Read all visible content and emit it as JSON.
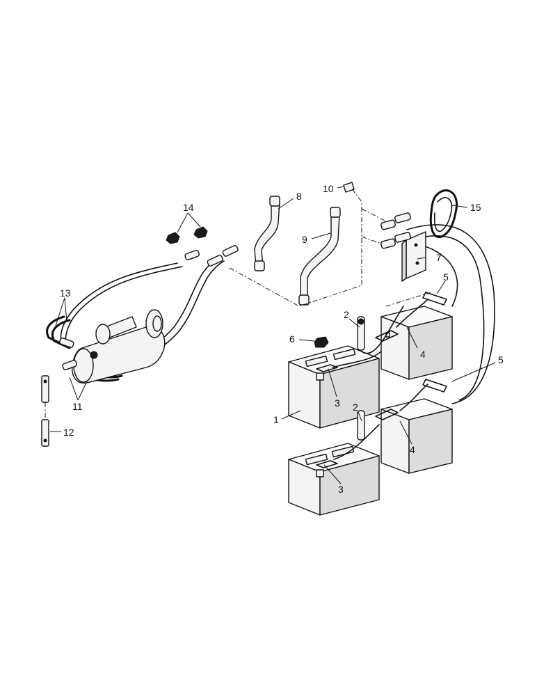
{
  "callouts": {
    "c1": "1",
    "c2a": "2",
    "c2b": "2",
    "c3a": "3",
    "c3b": "3",
    "c4a": "4",
    "c4b": "4",
    "c5a": "5",
    "c5b": "5",
    "c6": "6",
    "c7": "7",
    "c8": "8",
    "c9": "9",
    "c10": "10",
    "c11": "11",
    "c12": "12",
    "c13": "13",
    "c14": "14",
    "c15": "15"
  }
}
